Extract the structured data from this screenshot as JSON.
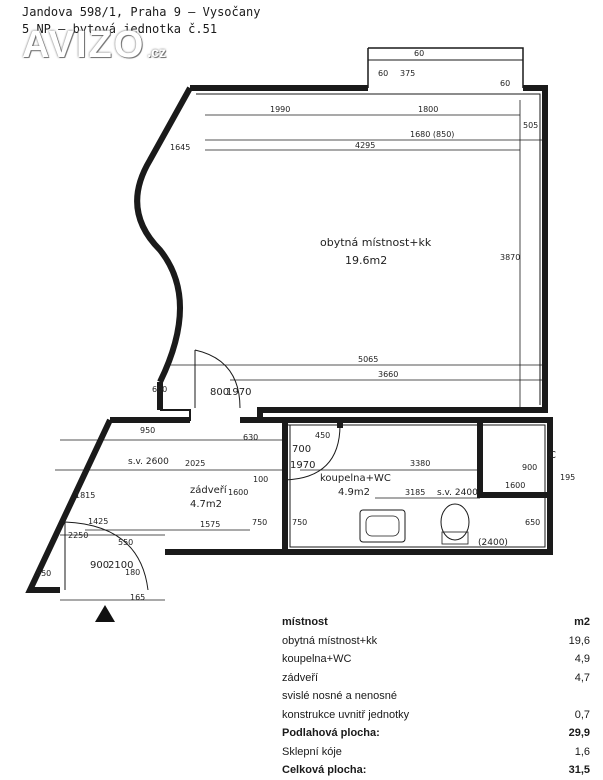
{
  "header": {
    "line1": "Jandova 598/1, Praha 9 – Vysočany",
    "line2": "5.NP – bytová jednotka č.51"
  },
  "logo": {
    "text": "AVIZO",
    "suffix": ".cz"
  },
  "plan": {
    "rooms": [
      {
        "name": "obytná místnost+kk",
        "area": "19.6m2"
      },
      {
        "name": "koupelna+WC",
        "area": "4.9m2"
      },
      {
        "name": "zádveří",
        "area": "4.7m2"
      }
    ],
    "dims": {
      "top_60a": "60",
      "top_375": "375",
      "top_60b": "60",
      "top_60c": "60",
      "d1990": "1990",
      "d1800": "1800",
      "d1680": "1680 (850)",
      "d505": "505",
      "d4295": "4295",
      "d1645": "1645",
      "d3870": "3870",
      "d5065": "5065",
      "d3660": "3660",
      "d600": "600",
      "d800": "800",
      "d1970a": "1970",
      "d950": "950",
      "d630": "630",
      "d700": "700",
      "d450": "450",
      "d1970b": "1970",
      "d3380": "3380",
      "d900": "900",
      "dC": "C",
      "sv2600": "s.v. 2600",
      "d2025": "2025",
      "d100": "100",
      "d1600a": "1600",
      "d1600b": "1600",
      "d3185": "3185",
      "sv2400": "s.v. 2400",
      "d195": "195",
      "d1815": "1815",
      "d1575": "1575",
      "d750a": "750",
      "d750b": "750",
      "d650": "650",
      "d1425": "1425",
      "d2250": "2250",
      "d550a": "550",
      "d2400": "(2400)",
      "d900b": "900",
      "d2100": "2100",
      "d180": "180",
      "d550b": "550",
      "d165": "165"
    }
  },
  "areas": {
    "header_room": "místnost",
    "header_unit": "m2",
    "rows": [
      {
        "label": "obytná místnost+kk",
        "value": "19,6",
        "bold": false
      },
      {
        "label": "koupelna+WC",
        "value": "4,9",
        "bold": false
      },
      {
        "label": "zádveří",
        "value": "4,7",
        "bold": false
      },
      {
        "label": "svislé nosné a nenosné",
        "value": "",
        "bold": false
      },
      {
        "label": "konstrukce uvnitř jednotky",
        "value": "0,7",
        "bold": false
      },
      {
        "label": "Podlahová plocha:",
        "value": "29,9",
        "bold": true
      },
      {
        "label": "Sklepní kóje",
        "value": "1,6",
        "bold": false
      },
      {
        "label": "Celková plocha:",
        "value": "31,5",
        "bold": true
      }
    ]
  }
}
